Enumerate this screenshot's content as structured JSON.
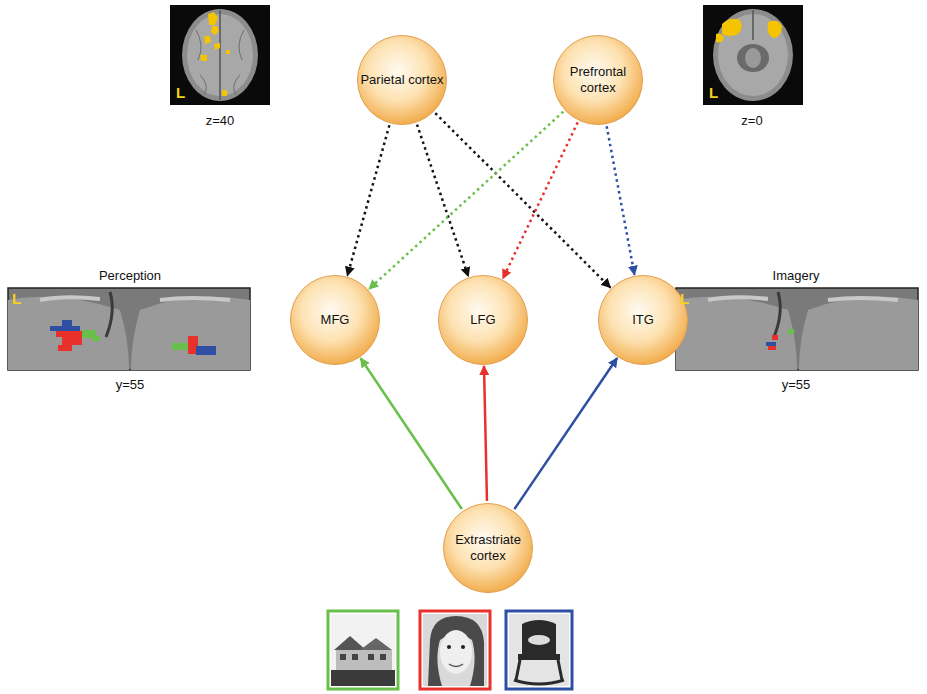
{
  "diagram": {
    "nodes": [
      {
        "text": [
          "Parietal cortex"
        ]
      },
      {
        "text": [
          "Prefrontal cortex"
        ]
      },
      {
        "text": [
          "MFG"
        ]
      },
      {
        "text": [
          "LFG"
        ]
      },
      {
        "text": [
          "ITG"
        ]
      },
      {
        "text": [
          "Extrastriate cortex"
        ]
      }
    ],
    "edges": [
      {
        "from": 0,
        "to": 2,
        "arrow": "to"
      },
      {
        "from": 0,
        "to": 3,
        "arrow": "to"
      },
      {
        "from": 0,
        "to": 4,
        "arrow": "to"
      },
      {
        "from": 1,
        "to": 2,
        "arrow": "to"
      },
      {
        "from": 1,
        "to": 3,
        "arrow": "to"
      },
      {
        "from": 1,
        "to": 4,
        "arrow": "to"
      },
      {
        "from": 5,
        "to": 2,
        "arrow": "to"
      },
      {
        "from": 5,
        "to": 3,
        "arrow": "to"
      },
      {
        "from": 5,
        "to": 4,
        "arrow": "to"
      }
    ],
    "labels": [
      "L",
      "z=40",
      "L",
      "z=0",
      "Perception",
      "L",
      "y=55",
      "Imagery",
      "L",
      "y=55"
    ]
  }
}
